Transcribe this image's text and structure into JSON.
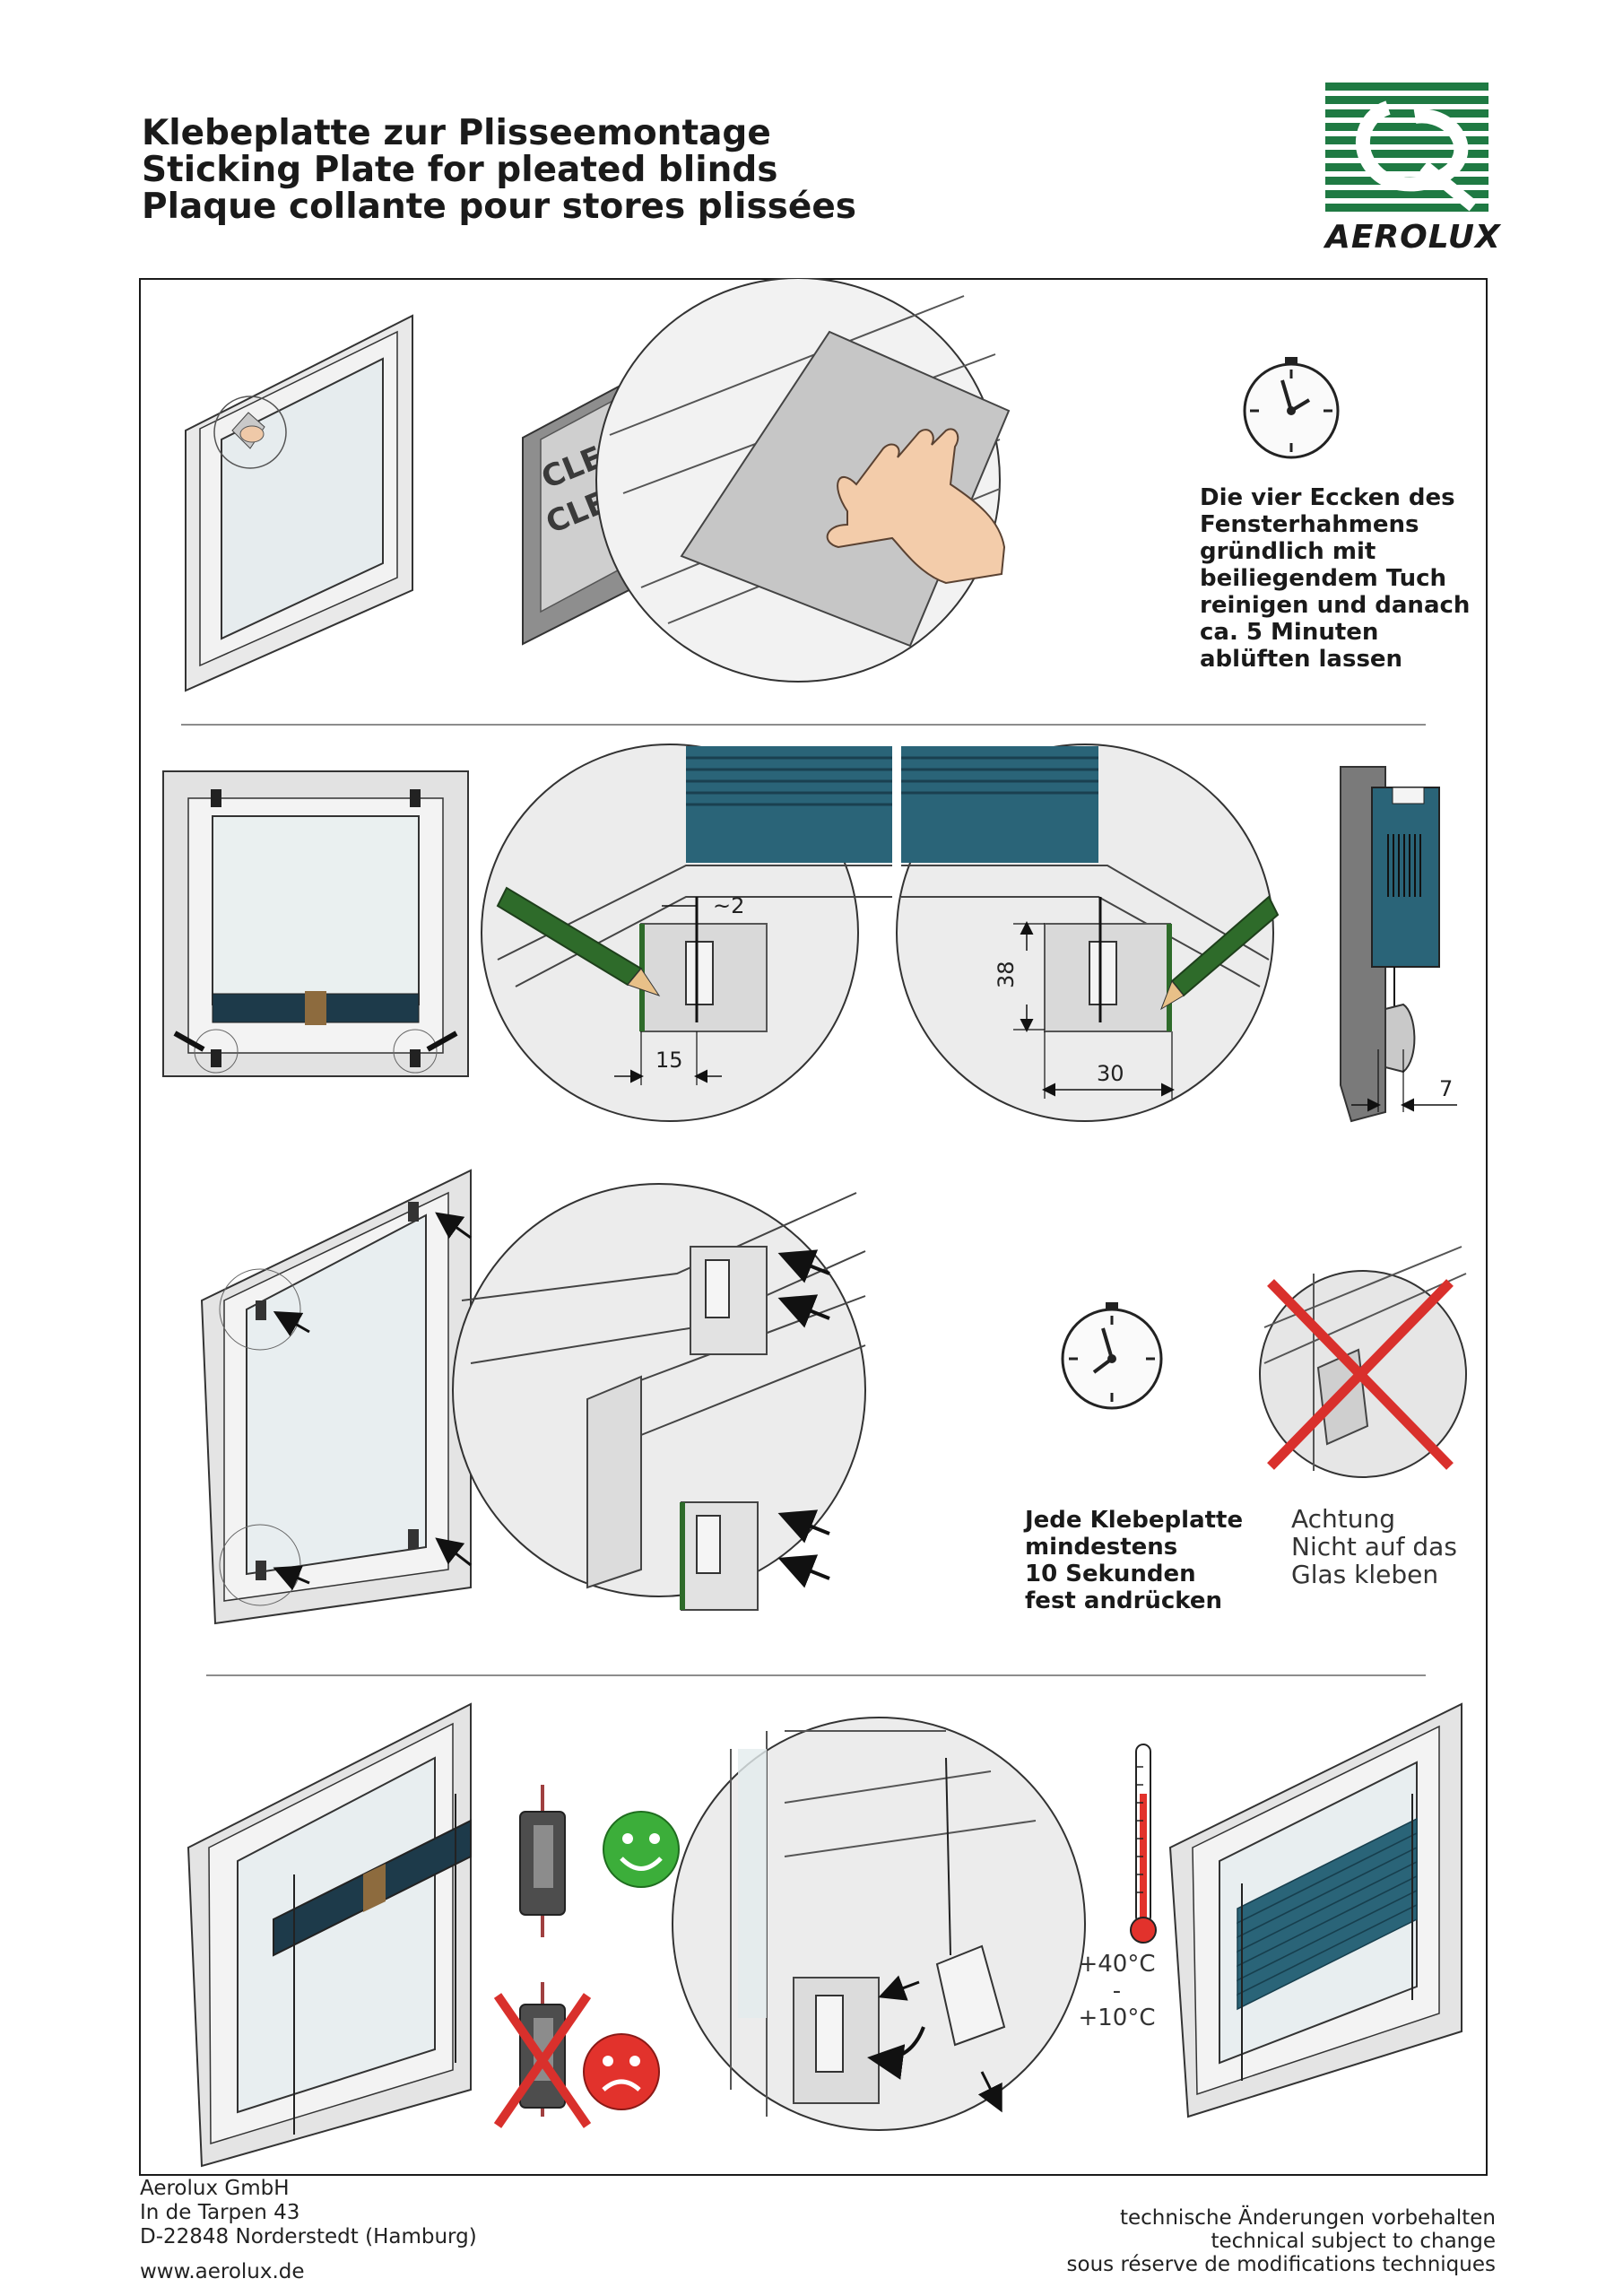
{
  "header": {
    "title_de": "Klebeplatte zur Plisseemontage",
    "title_en": "Sticking Plate for pleated blinds",
    "title_fr": "Plaque collante pour stores plissées",
    "brand": "AEROLUX"
  },
  "step1": {
    "sign_line1": "CLEAR",
    "sign_line2": "CLEAN",
    "instruction": [
      "Die vier Eccken des",
      "Fensterhahmens",
      "gründlich mit",
      "beiliegendem Tuch",
      "reinigen und danach",
      "ca. 5 Minuten",
      "ablüften lassen"
    ]
  },
  "step2": {
    "dim_gap": "~2",
    "dim_15": "15",
    "dim_38": "38",
    "dim_30": "30",
    "dim_7": "7"
  },
  "step3": {
    "instruction": [
      "Jede Klebeplatte",
      "mindestens",
      "10 Sekunden",
      "fest andrücken"
    ],
    "warning": [
      "Achtung",
      "Nicht auf das",
      "Glas kleben"
    ]
  },
  "step4": {
    "temp_high": "+40°C",
    "temp_sep": "-",
    "temp_low": "+10°C"
  },
  "footer": {
    "company": "Aerolux GmbH",
    "street": "In de Tarpen 43",
    "city": "D-22848 Norderstedt (Hamburg)",
    "website": "www.aerolux.de",
    "notice_de": "technische Änderungen vorbehalten",
    "notice_en": "technical subject to change",
    "notice_fr": "sous réserve de modifications techniques"
  },
  "colors": {
    "brand_green": "#1f7a43",
    "blind_teal": "#2a6478",
    "pencil_green": "#2e6b2a",
    "cross_red": "#d9302c",
    "smiley_green": "#3cae3a",
    "smiley_red": "#e2322c"
  }
}
